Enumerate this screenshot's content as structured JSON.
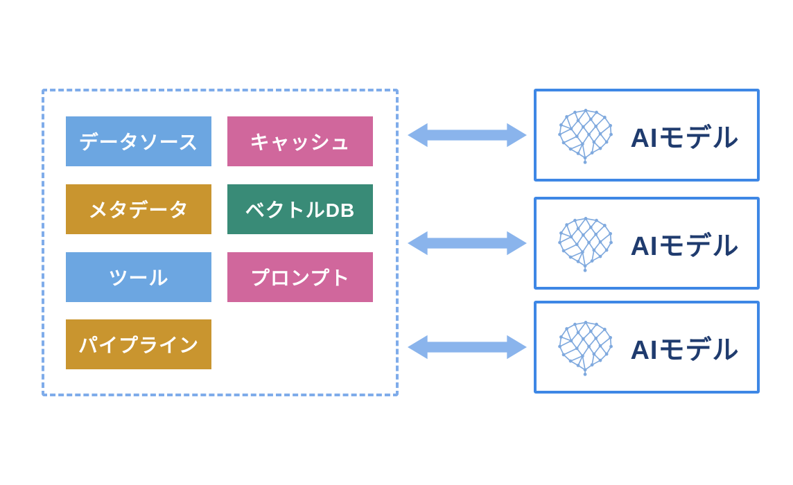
{
  "canvas": {
    "background": "#ffffff"
  },
  "component_group": {
    "border_color": "#7FACEA",
    "items": [
      {
        "label": "データソース",
        "color": "#6CA6E1",
        "text_color": "#ffffff"
      },
      {
        "label": "キャッシュ",
        "color": "#D0679C",
        "text_color": "#ffffff"
      },
      {
        "label": "メタデータ",
        "color": "#C9952F",
        "text_color": "#ffffff"
      },
      {
        "label": "ベクトルDB",
        "color": "#398B77",
        "text_color": "#ffffff"
      },
      {
        "label": "ツール",
        "color": "#6CA6E1",
        "text_color": "#ffffff"
      },
      {
        "label": "プロンプト",
        "color": "#D0679C",
        "text_color": "#ffffff"
      },
      {
        "label": "パイプライン",
        "color": "#C9952F",
        "text_color": "#ffffff"
      }
    ]
  },
  "arrows": {
    "color": "#8AB4EC",
    "direction": "bidirectional",
    "count": 3
  },
  "models": {
    "border_color": "#3E87E5",
    "label_color": "#1F3B6E",
    "icon_color": "#7FA9DE",
    "items": [
      {
        "label": "AIモデル",
        "icon": "brain-network-icon"
      },
      {
        "label": "AIモデル",
        "icon": "brain-network-icon"
      },
      {
        "label": "AIモデル",
        "icon": "brain-network-icon"
      }
    ]
  }
}
